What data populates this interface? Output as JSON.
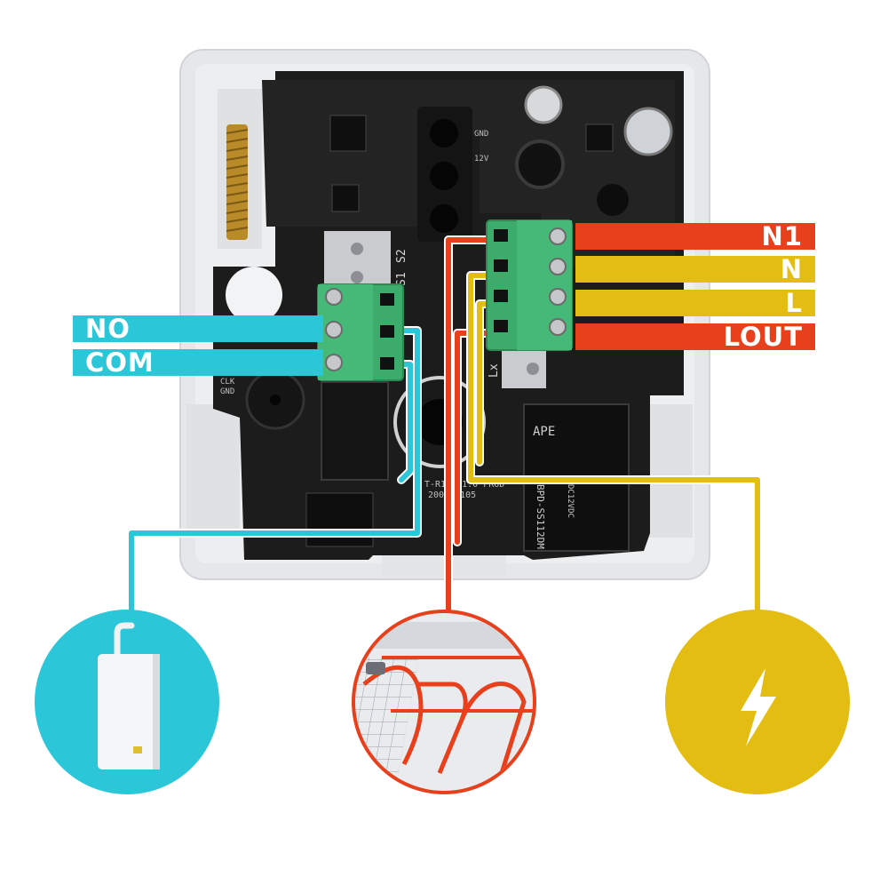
{
  "labels": {
    "no": "NO",
    "com": "COM",
    "n1": "N1",
    "n": "N",
    "l": "L",
    "lout": "LOUT"
  },
  "board": {
    "terminal_s2": "S2",
    "terminal_s1": "S1",
    "lx": "Lx",
    "relay_brand": "APE",
    "relay_model": "BPD-SS112DM",
    "relay_voltage": "DC12VDC",
    "board_id": "T-R19-V1.0 PROD",
    "board_serial": "200100105",
    "marking_12v": "12V",
    "marking_gnd": "GND",
    "marking_clk": "CLK",
    "marking_gnd2": "GND"
  },
  "icons": {
    "boiler": "boiler-icon",
    "floor_heating": "floor-heating-icon",
    "power": "lightning-bolt-icon"
  },
  "colors": {
    "cyan": "#2bc6d8",
    "red": "#e8401c",
    "yellow": "#e3bd12",
    "terminal_green": "#3dab6c",
    "pcb": "#1b1b1b",
    "case": "#e6e7e9"
  }
}
